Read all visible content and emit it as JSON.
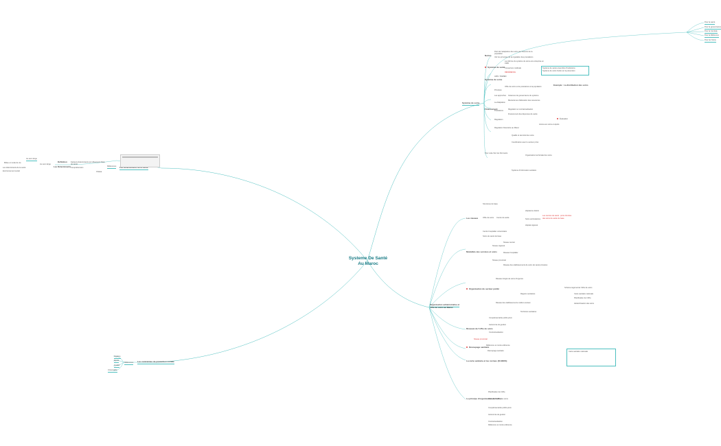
{
  "central": {
    "title_line1": "Systeme De Santé",
    "title_line2": "Au Maroc"
  },
  "left_branch_top": {
    "title": "Les Déterminants de la santé",
    "references": "Références",
    "concept_a": "Définition",
    "concept_b": "Les Déterminants",
    "sub1": "Facteurs déterminants qui influencent l'état de santé",
    "sub2": "Compréhension",
    "ref_a": "Au sens large",
    "ref_b": "Milieu et mode de vie",
    "ref_c": "Les déterminants de la santé",
    "ref_d": "Environnement social",
    "small": "Ottawa"
  },
  "left_branch_bottom": {
    "title": "Les contraintes de prévention sociale",
    "references": "Références",
    "items": [
      "Hygiène",
      "Equité",
      "Qualité",
      "Universalité"
    ]
  },
  "right_top": {
    "title": "Système de soins",
    "nodes": [
      "Notion",
      "Système de santé",
      "Système de soins",
      "Principes",
      "Les approches",
      "La Adaptation",
      "Financement",
      "Prestations",
      "Régulation",
      "Régulation financière au Maroc",
      "Pour cela chez les Dormants"
    ],
    "details": [
      "Parti de l'adaptation des soins aux besoins de la population",
      "Voir les principes de la régulation des prestations",
      "La réforme du système de soins est entreprise en 1999",
      "Couverture médicale",
      "AMO / RAMED",
      "Offre de soins et de prestations à la population",
      "Instances de gouvernance du système",
      "Mécanismes d'allocation des ressources",
      "Régulation et contractualisation",
      "Financement des dépenses de santé",
      "Accès aux soins et équité",
      "Qualité et sécurité des soins",
      "Coordination avec le secteur privé",
      "Organisation territoriale des soins",
      "Système d'information sanitaire"
    ],
    "box1_line1": "Système de santé ensemble d'institutions",
    "box1_line2": "Système de soins fondé sur la prévention",
    "top_right_items": [
      "Pour la santé",
      "Pour la gouvernance",
      "Pour la Centrale",
      "Pour la Référence",
      "Pour les Soins"
    ],
    "red_text": "RÉFÉRENCE",
    "label_eval": "Évaluation",
    "label_exemple": "Exemple : La distribution des soins"
  },
  "right_bottom": {
    "title_line1": "Organisation administrative et",
    "title_line2": "offre de soins au Maroc",
    "nodes": [
      "Les niveaux",
      "Modalités des services et soins",
      "Organisation du secteur public",
      "Réseaux de l'offre de soins",
      "Découpage sanitaire",
      "La carte sanitaire et les normes (R-SDOS)",
      "Le principe d'organisation de l'offre"
    ],
    "details": [
      "Structures de base",
      "Offre de soins",
      "Centre de santé",
      "Hôpital de district",
      "Soins ambulatoires",
      "Hôpital régional",
      "Centre hospitalier universitaire",
      "Soins de santé de base",
      "Niveau régional",
      "Niveau provincial",
      "Niveau central",
      "Réseau hospitalier",
      "Réseau des établissements de soins de santé primaires",
      "Réseau intégré de soins d'urgence",
      "Réseau des établissements médico-sociaux",
      "Régions sanitaires",
      "Territoires sanitaires",
      "Schéma régional de l'offre de soins",
      "Carte sanitaire nationale",
      "Planification de l'offre",
      "Hiérarchisation des soins",
      "Complémentarité public-privé",
      "Autonomie de gestion",
      "Contractualisation",
      "Référence et contre-référence"
    ],
    "red_text_1": "Les centres de santé : porte d'entrée",
    "red_text_2": "des soins de santé de base",
    "dot_label_1": "Niveau provincial",
    "dot_label_2": "Découpage sanitaire"
  }
}
